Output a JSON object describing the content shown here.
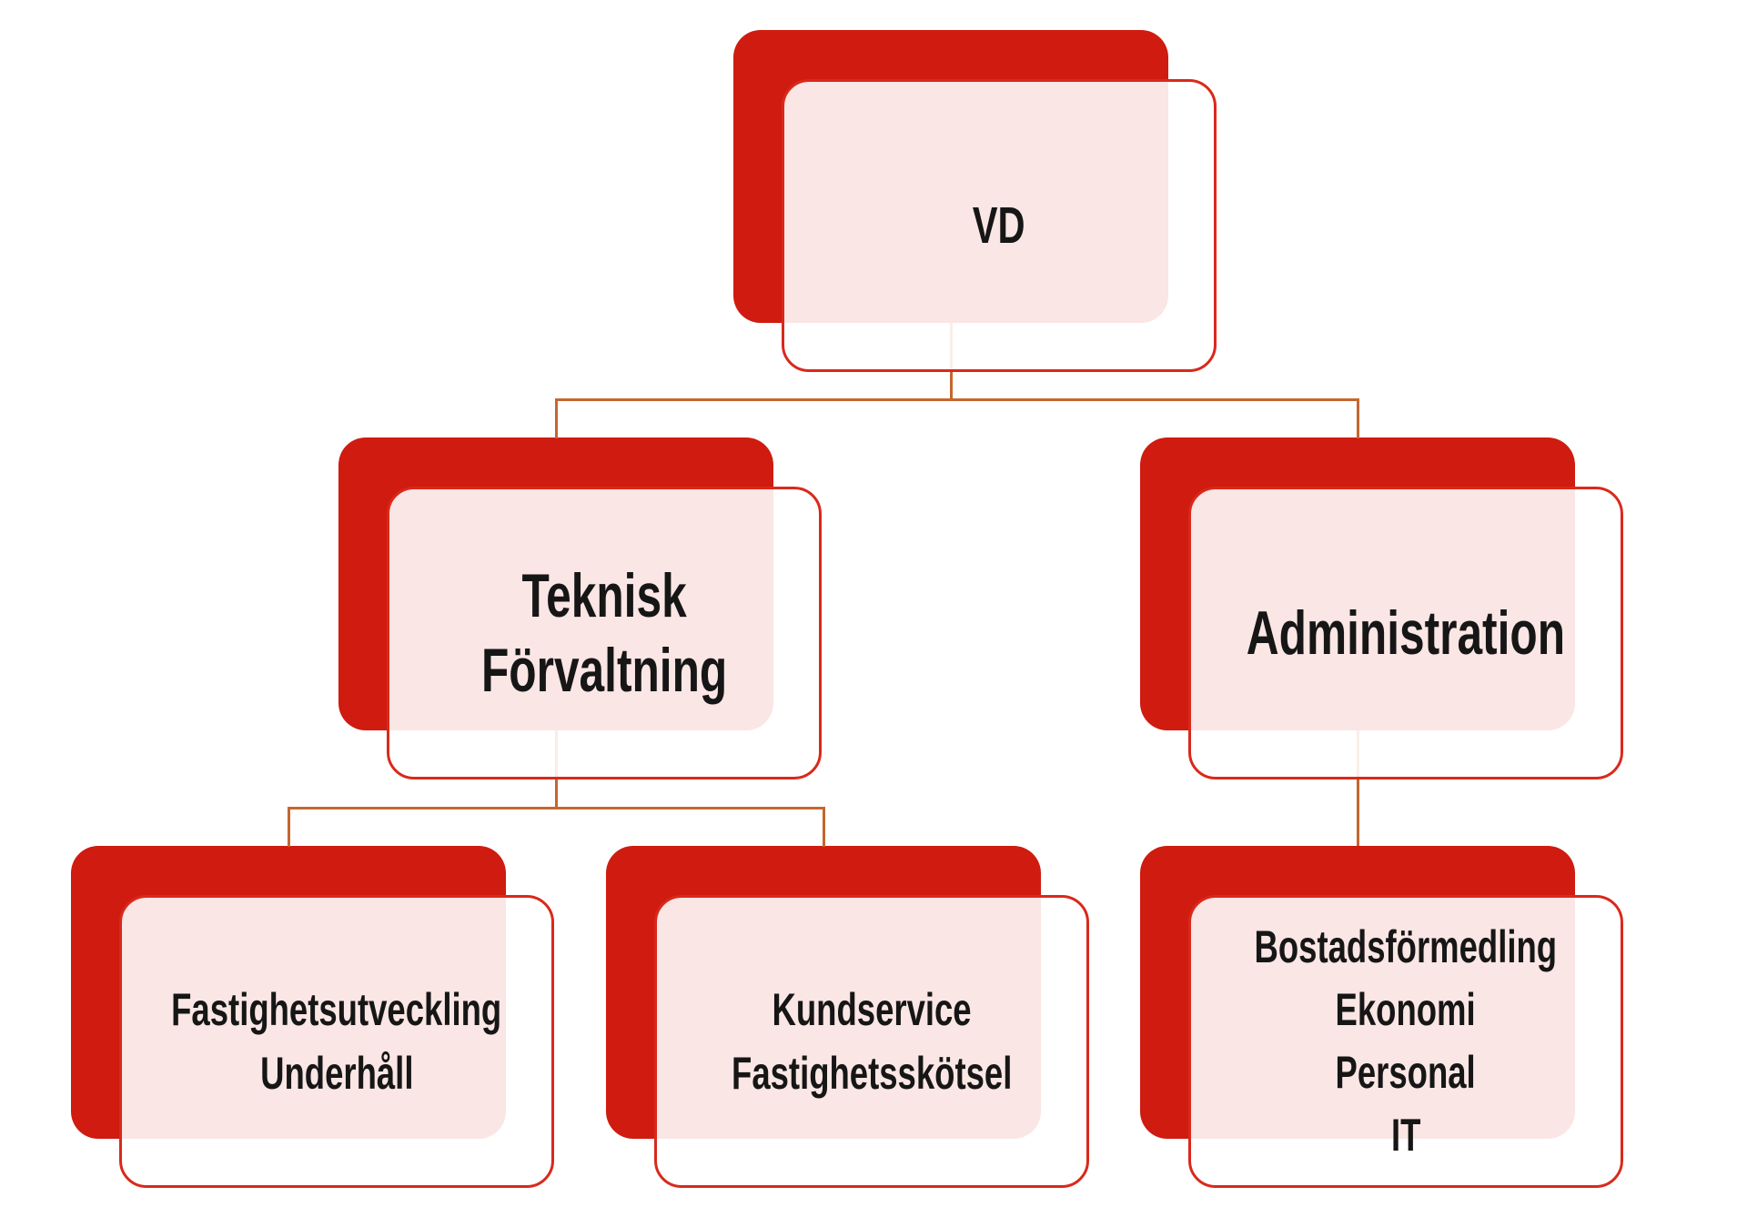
{
  "diagram": {
    "type": "org-chart",
    "background": "#ffffff",
    "colors": {
      "shape_red": "#CF1B10",
      "shape_border_red": "#D9291B",
      "shape_tint_pink": "#F9E6E5",
      "connector_orange": "#C4662E",
      "text": "#161616"
    },
    "nodes": [
      {
        "id": "vd",
        "level": 1,
        "lines": [
          "VD"
        ]
      },
      {
        "id": "teknisk-forvaltning",
        "level": 2,
        "lines": [
          "Teknisk",
          "Förvaltning"
        ]
      },
      {
        "id": "administration",
        "level": 2,
        "lines": [
          "Administration"
        ]
      },
      {
        "id": "fastighetsutveckling-underhall",
        "level": 3,
        "lines": [
          "Fastighetsutveckling",
          "Underhåll"
        ]
      },
      {
        "id": "kundservice-fastighetsskotsel",
        "level": 3,
        "lines": [
          "Kundservice",
          "Fastighetsskötsel"
        ]
      },
      {
        "id": "bostadsformedling-ekonomi-personal-it",
        "level": 3,
        "lines": [
          "Bostadsförmedling",
          "Ekonomi",
          "Personal",
          "IT"
        ]
      }
    ],
    "edges": [
      {
        "from": "vd",
        "to": "teknisk-forvaltning"
      },
      {
        "from": "vd",
        "to": "administration"
      },
      {
        "from": "teknisk-forvaltning",
        "to": "fastighetsutveckling-underhall"
      },
      {
        "from": "teknisk-forvaltning",
        "to": "kundservice-fastighetsskotsel"
      },
      {
        "from": "administration",
        "to": "bostadsformedling-ekonomi-personal-it"
      }
    ]
  }
}
